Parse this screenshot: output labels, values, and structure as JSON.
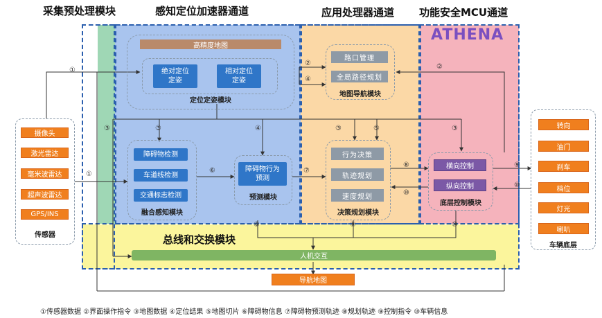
{
  "headers": {
    "acquisition": "采集预处理模块",
    "perception": "感知定位加速器通道",
    "application": "应用处理器通道",
    "mcu": "功能安全MCU通道"
  },
  "athena": "ATHENA",
  "bus": {
    "title": "总线和交换模块",
    "hmi": "人机交互"
  },
  "nav_map": "导航地图",
  "sensors": {
    "items": [
      "摄像头",
      "激光雷达",
      "毫米波雷达",
      "超声波雷达",
      "GPS/INS"
    ],
    "label": "传感器"
  },
  "chassis": {
    "items": [
      "转向",
      "油门",
      "刹车",
      "档位",
      "灯光",
      "喇叭"
    ],
    "label": "车辆底层"
  },
  "localization": {
    "hd_map": "高精度地图",
    "absolute": "绝对定位\n定姿",
    "relative": "相对定位\n定姿",
    "label": "定位定姿模块"
  },
  "fusion": {
    "items": [
      "障碍物检测",
      "车道线检测",
      "交通标志检测"
    ],
    "label": "融合感知模块"
  },
  "prediction": {
    "box": "障碍物行为\n预测",
    "label": "预测模块"
  },
  "navigation": {
    "items": [
      "路口管理",
      "全局路径规划"
    ],
    "label": "地图导航模块"
  },
  "planning": {
    "items": [
      "行为决策",
      "轨迹规划",
      "速度规划"
    ],
    "label": "决策规划模块"
  },
  "control": {
    "items": [
      "横向控制",
      "纵向控制"
    ],
    "label": "底层控制模块"
  },
  "edge_marks": [
    "①",
    "②",
    "③",
    "④",
    "⑤",
    "⑥",
    "⑦",
    "⑧",
    "⑨",
    "⑩"
  ],
  "legend": "①传感器数据 ②界面操作指令 ③地图数据 ④定位结果 ⑤地图切片 ⑥障碍物信息 ⑦障碍物预测轨迹 ⑧规划轨迹 ⑨控制指令 ⑩车辆信息",
  "colors": {
    "perception_bg": "#a9c4ee",
    "application_bg": "#fbd8a6",
    "mcu_bg": "#f5b3bc",
    "acquisition_bg": "#9fd7b5",
    "bus_bg": "#fbf59c",
    "athena_text": "#7a4fc0"
  }
}
